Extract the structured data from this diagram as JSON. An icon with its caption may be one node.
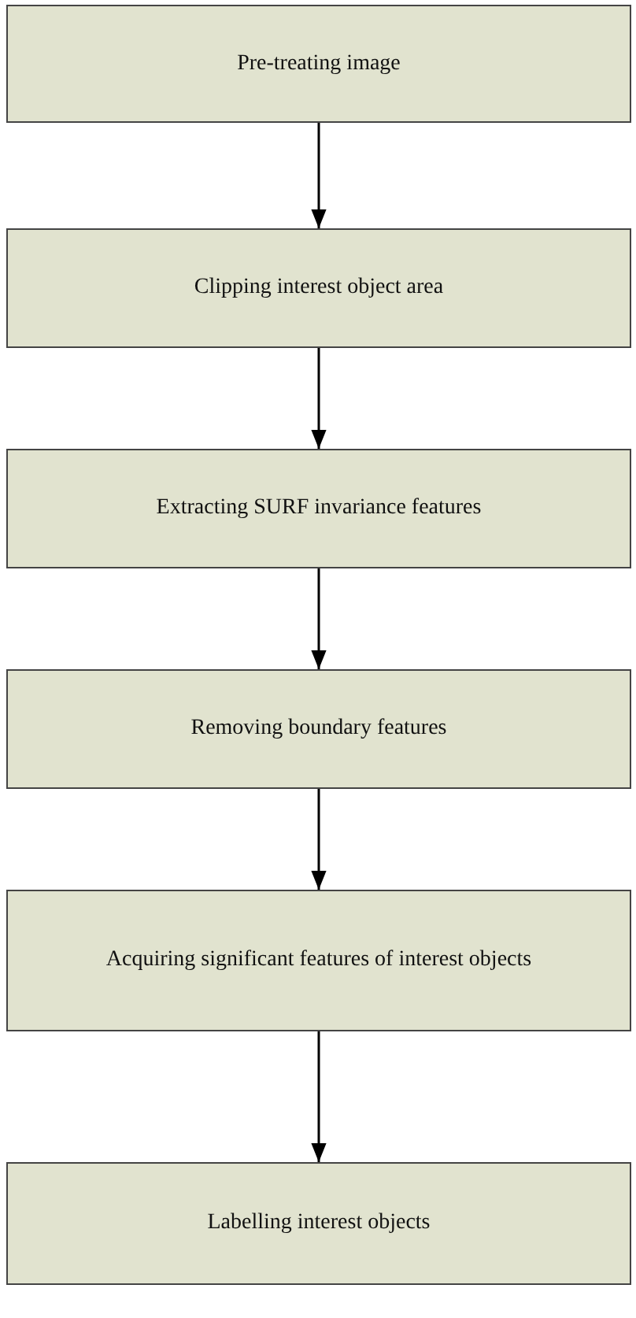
{
  "diagram": {
    "nodes": [
      {
        "text": [
          "Pre-treating image"
        ]
      },
      {
        "text": [
          "Clipping interest object area"
        ]
      },
      {
        "text": [
          "Extracting SURF invariance features"
        ]
      },
      {
        "text": [
          "Removing boundary features"
        ]
      },
      {
        "text": [
          "Acquiring significant features of interest objects"
        ]
      },
      {
        "text": [
          "Labelling interest objects"
        ]
      }
    ],
    "edges": [
      {
        "from": 0,
        "to": 1,
        "arrow": "to"
      },
      {
        "from": 1,
        "to": 2,
        "arrow": "to"
      },
      {
        "from": 2,
        "to": 3,
        "arrow": "to"
      },
      {
        "from": 3,
        "to": 4,
        "arrow": "to"
      },
      {
        "from": 4,
        "to": 5,
        "arrow": "to"
      }
    ]
  }
}
